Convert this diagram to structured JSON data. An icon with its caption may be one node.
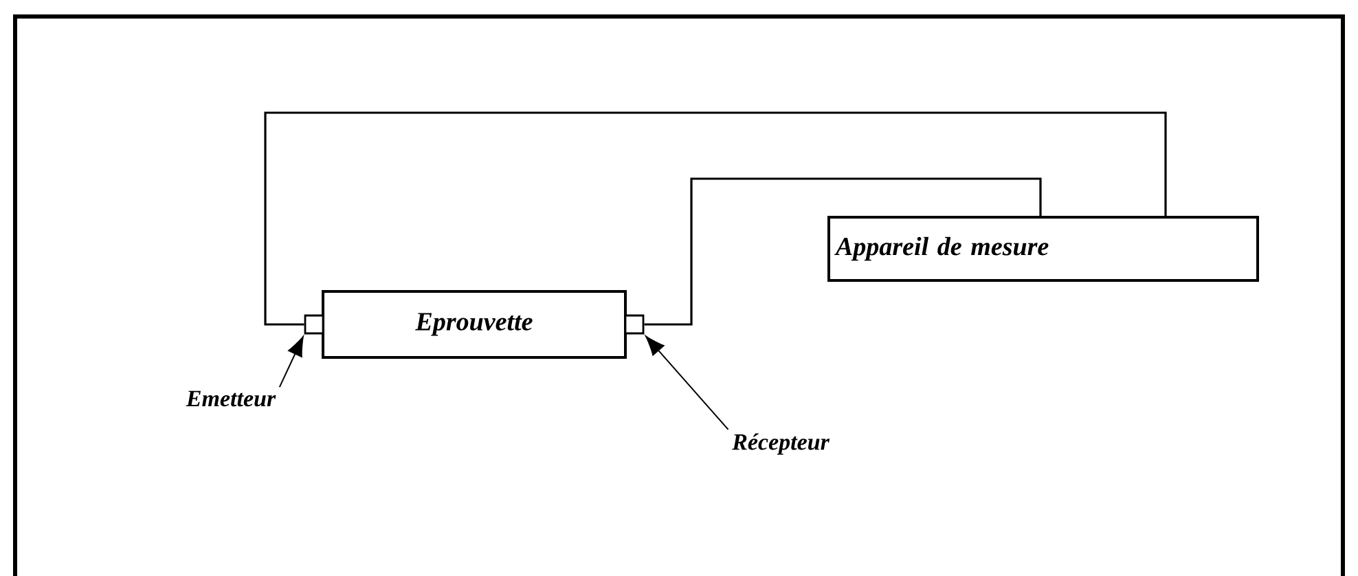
{
  "diagram": {
    "nodes": [
      {
        "text": [
          "Eprouvette"
        ]
      },
      {
        "text": [
          "Appareil de mesure"
        ]
      },
      {
        "text": [],
        "shape": "box"
      },
      {
        "text": [],
        "shape": "box"
      },
      {
        "text": [
          "Emetteur"
        ]
      },
      {
        "text": [
          "Récepteur"
        ]
      }
    ],
    "edges": [
      {
        "from": 2,
        "to": 1,
        "arrow": "none"
      },
      {
        "from": 3,
        "to": 1,
        "arrow": "none"
      },
      {
        "from": 4,
        "to": 2,
        "arrow": "to"
      },
      {
        "from": 5,
        "to": 3,
        "arrow": "to"
      }
    ]
  }
}
